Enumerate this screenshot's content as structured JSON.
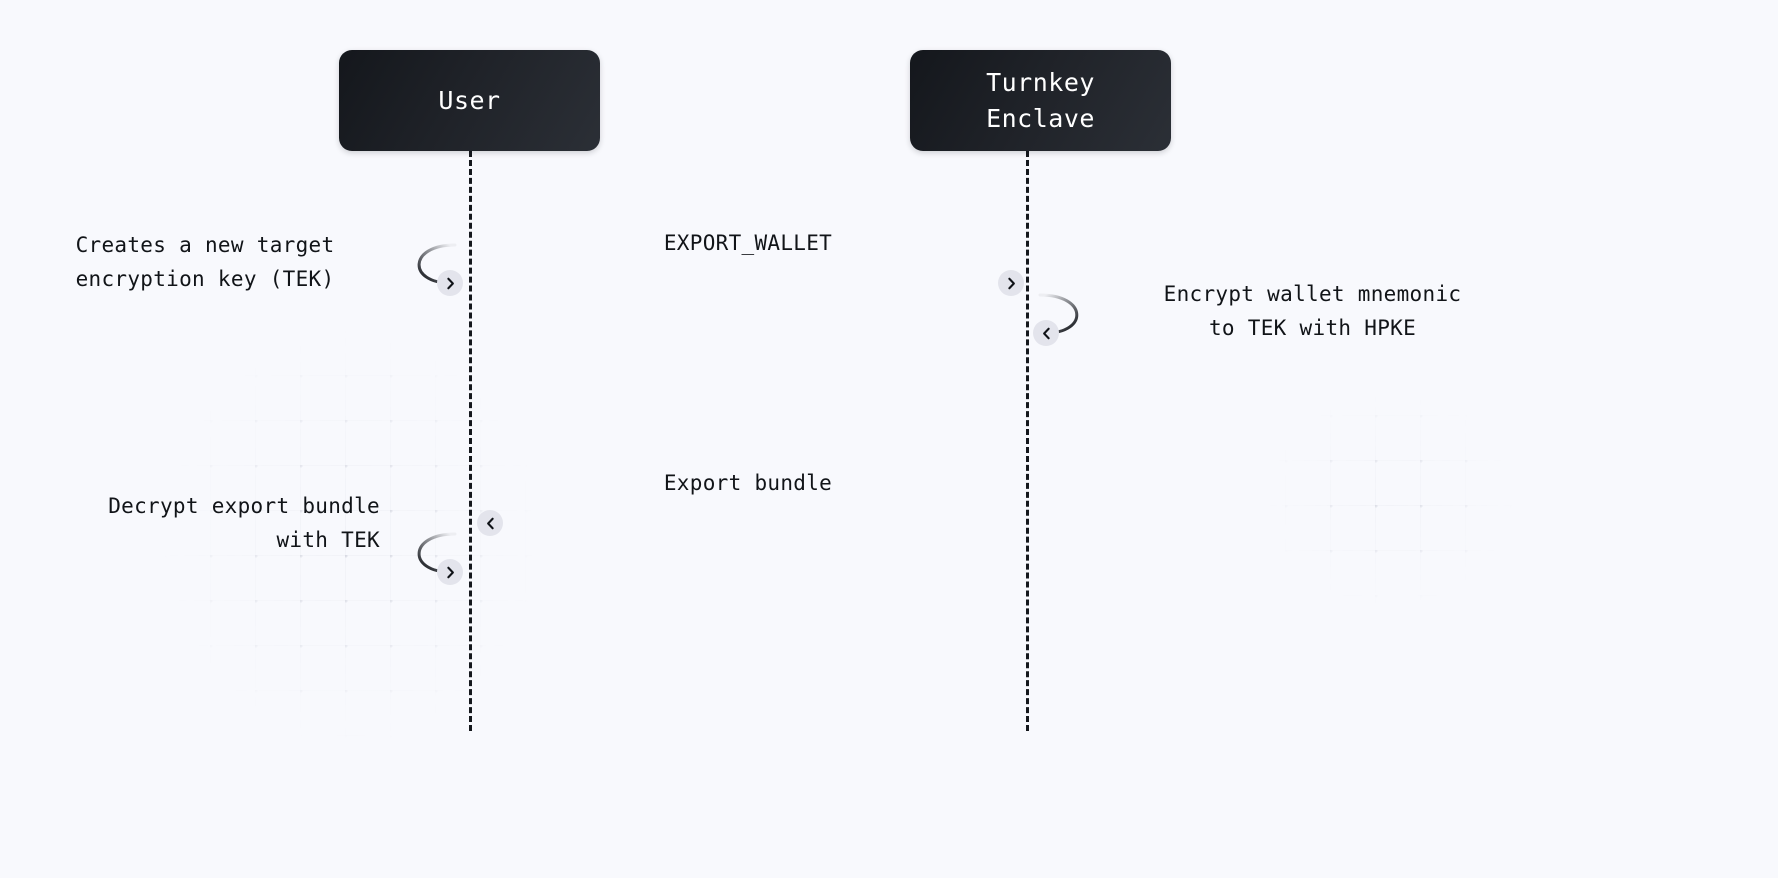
{
  "diagram": {
    "type": "sequence-diagram",
    "background_color": "#f8f9fd",
    "accent_color": "#1a1d23",
    "badge_color": "#e3e4ec",
    "actors": [
      {
        "id": "user",
        "label": "User"
      },
      {
        "id": "enclave",
        "label": "Turnkey\nEnclave"
      }
    ],
    "messages": [
      {
        "id": "export-wallet",
        "label": "EXPORT_WALLET",
        "from": "user",
        "to": "enclave",
        "direction": "right",
        "arrow_icon": "chevron-right-icon"
      },
      {
        "id": "export-bundle",
        "label": "Export bundle",
        "from": "enclave",
        "to": "user",
        "direction": "left",
        "arrow_icon": "chevron-left-icon"
      }
    ],
    "self_loops": [
      {
        "id": "user-create-tek",
        "actor": "user",
        "side": "left",
        "arrow_icon": "chevron-right-icon"
      },
      {
        "id": "enclave-encrypt",
        "actor": "enclave",
        "side": "right",
        "arrow_icon": "chevron-left-icon"
      },
      {
        "id": "user-decrypt",
        "actor": "user",
        "side": "left",
        "arrow_icon": "chevron-right-icon"
      }
    ],
    "annotations": [
      {
        "id": "create-tek",
        "text": "Creates a new target\nencryption key (TEK)",
        "align": "center"
      },
      {
        "id": "encrypt-mnemonic",
        "text": "Encrypt wallet mnemonic\nto TEK with HPKE",
        "align": "center"
      },
      {
        "id": "decrypt-bundle",
        "text": "Decrypt export bundle\nwith TEK",
        "align": "right"
      }
    ]
  }
}
